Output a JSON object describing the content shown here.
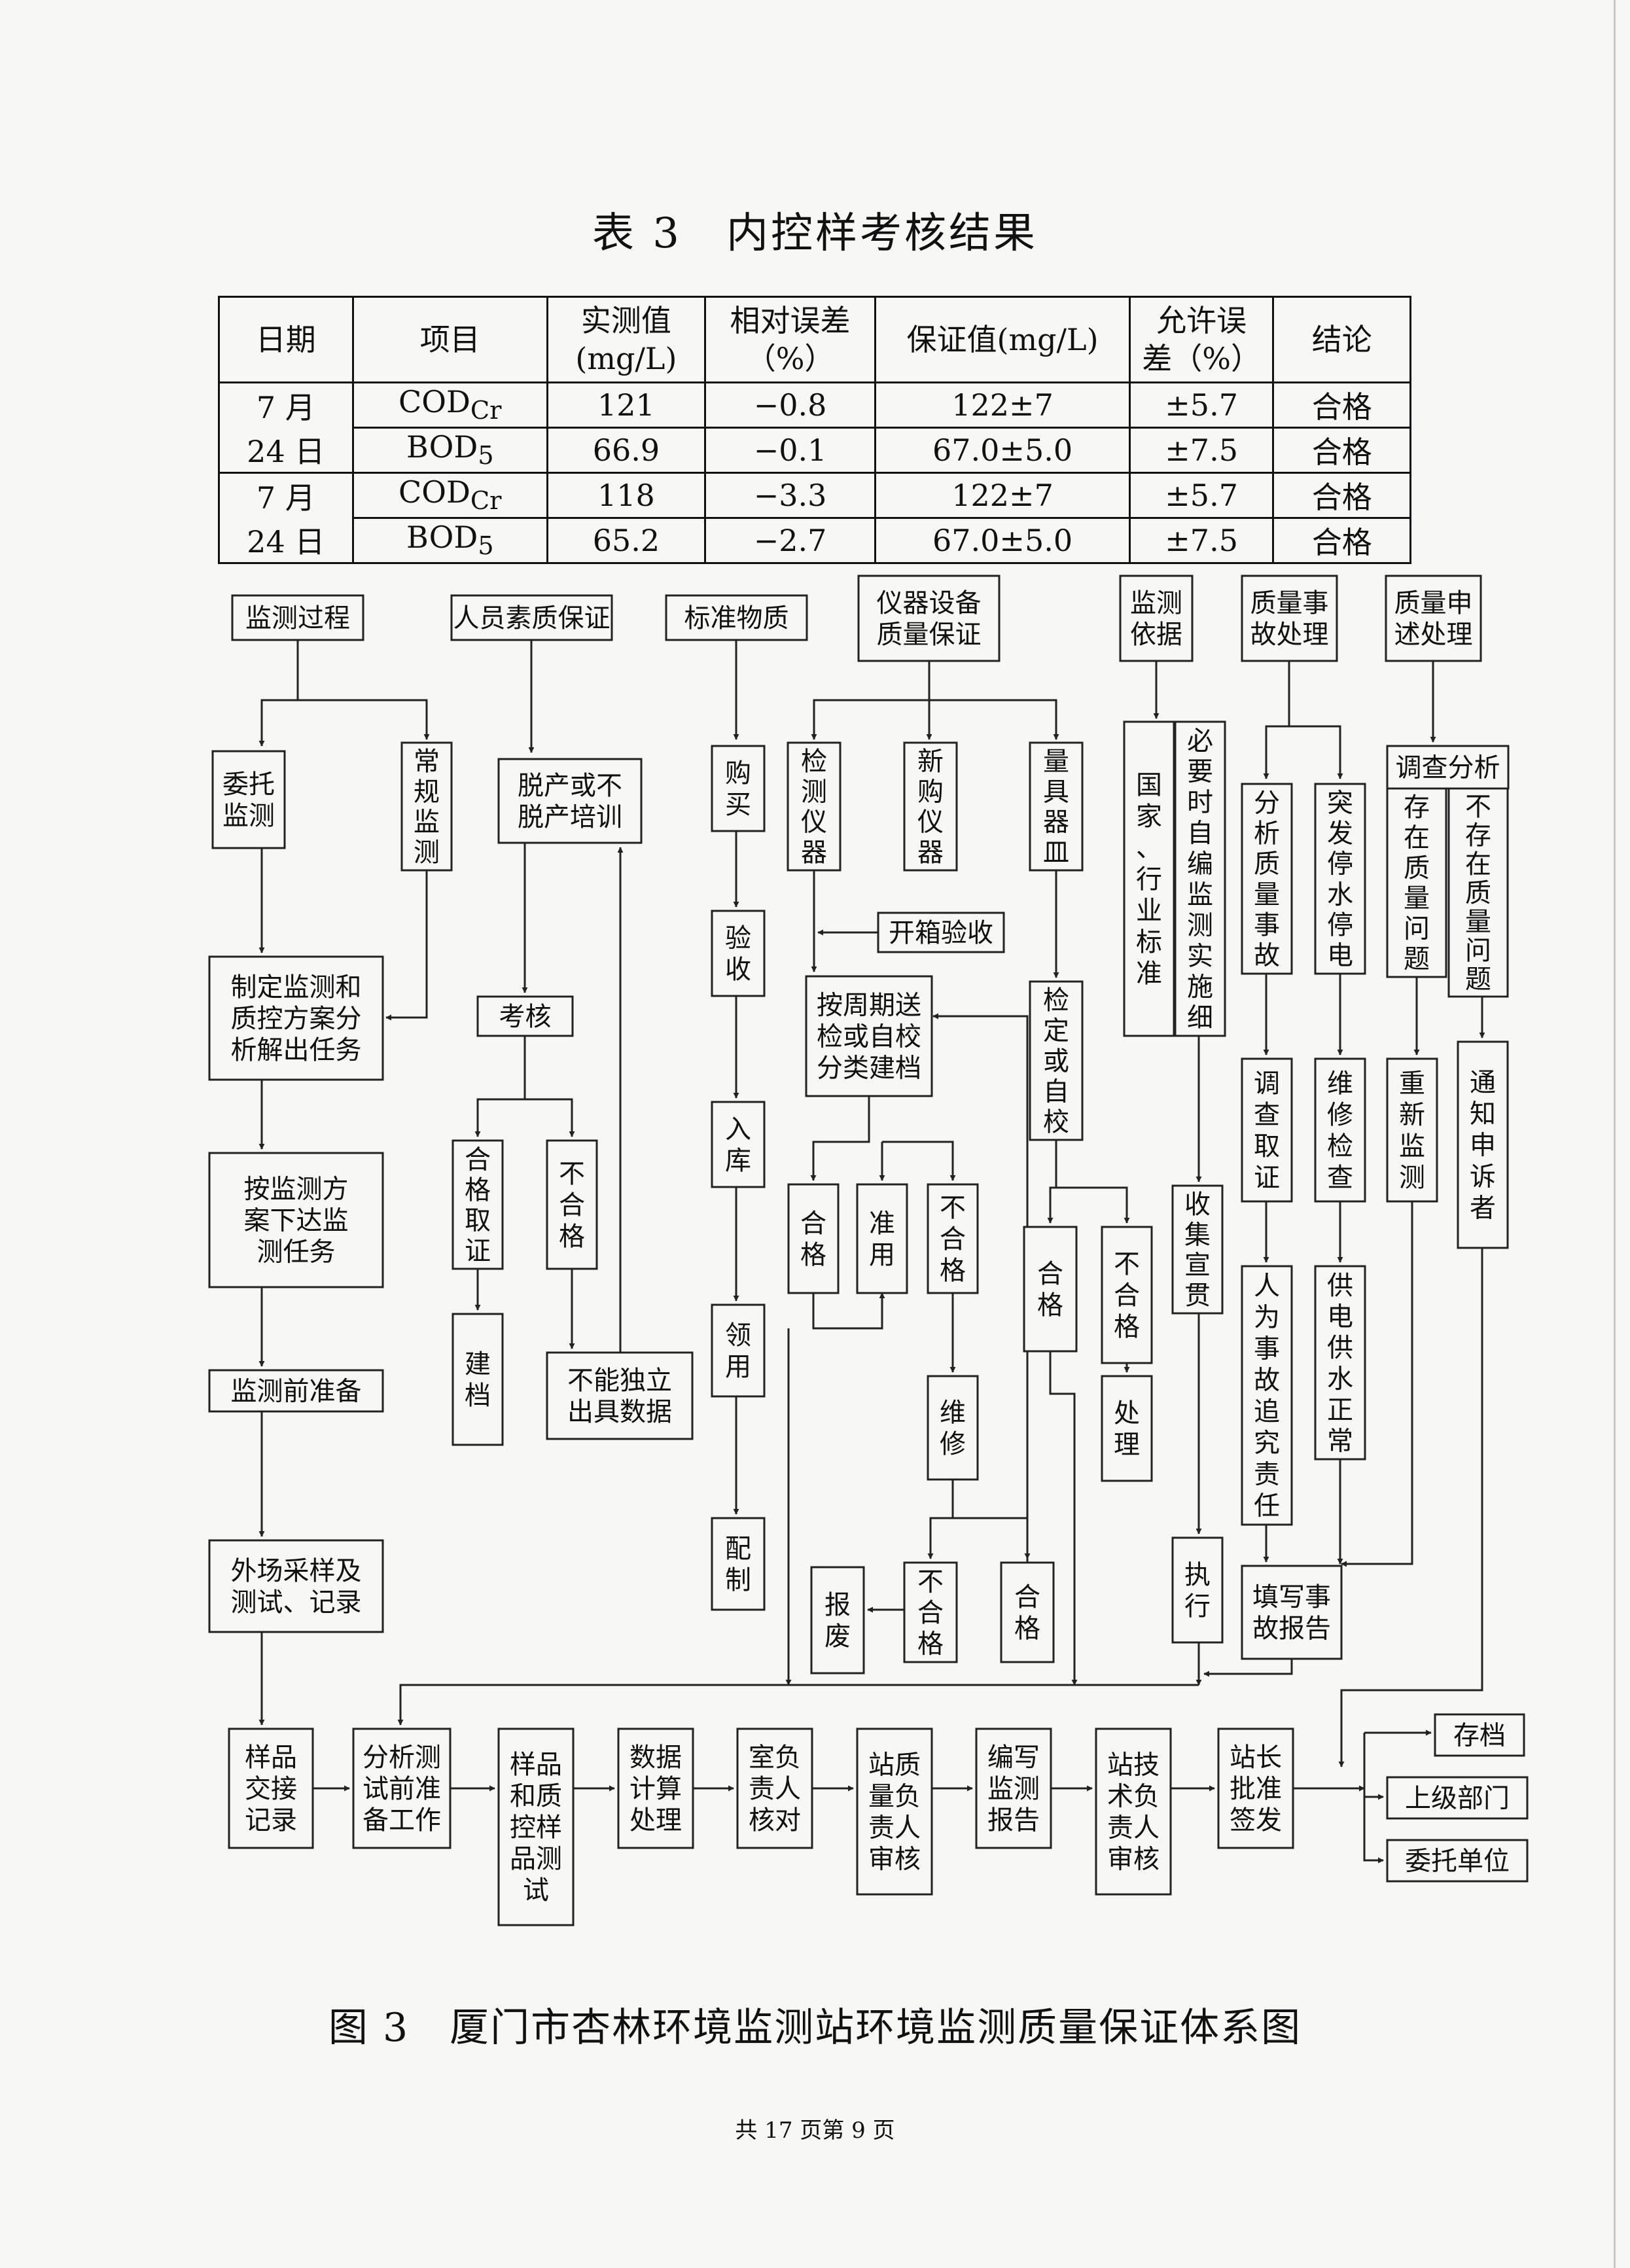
{
  "table": {
    "title": "表 3　内控样考核结果",
    "headers": [
      "日期",
      "项目",
      "实测值\n(mg/L)",
      "相对误差\n（%）",
      "保证值(mg/L)",
      "允许误\n差（%）",
      "结论"
    ],
    "groups": [
      {
        "date_line1": "7 月",
        "date_line2": "24 日",
        "rows": [
          {
            "item": "COD",
            "item_sub": "Cr",
            "measured": "121",
            "rel_error": "−0.8",
            "guaranteed": "122±7",
            "allowed": "±5.7",
            "conclusion": "合格"
          },
          {
            "item": "BOD",
            "item_sub": "5",
            "measured": "66.9",
            "rel_error": "−0.1",
            "guaranteed": "67.0±5.0",
            "allowed": "±7.5",
            "conclusion": "合格"
          }
        ]
      },
      {
        "date_line1": "7 月",
        "date_line2": "24 日",
        "rows": [
          {
            "item": "COD",
            "item_sub": "Cr",
            "measured": "118",
            "rel_error": "−3.3",
            "guaranteed": "122±7",
            "allowed": "±5.7",
            "conclusion": "合格"
          },
          {
            "item": "BOD",
            "item_sub": "5",
            "measured": "65.2",
            "rel_error": "−2.7",
            "guaranteed": "67.0±5.0",
            "allowed": "±7.5",
            "conclusion": "合格"
          }
        ]
      }
    ]
  },
  "diagram": {
    "boxes": [
      {
        "name": "box-monitoring-process",
        "label": "监测过程"
      },
      {
        "name": "box-personnel-quality",
        "label": "人员素质保证"
      },
      {
        "name": "box-standard-material",
        "label": "标准物质"
      },
      {
        "name": "box-instrument-qa",
        "label": "仪器设备\n质量保证"
      },
      {
        "name": "box-monitoring-basis",
        "label": "监测\n依据"
      },
      {
        "name": "box-quality-accident",
        "label": "质量事\n故处理"
      },
      {
        "name": "box-quality-complaint",
        "label": "质量申\n述处理"
      },
      {
        "name": "box-entrusted-monitoring",
        "label": "委托\n监测"
      },
      {
        "name": "box-routine-monitoring",
        "label": "常\n规\n监\n测"
      },
      {
        "name": "box-training",
        "label": "脱产或不\n脱产培训"
      },
      {
        "name": "box-purchase",
        "label": "购\n买"
      },
      {
        "name": "box-test-instrument",
        "label": "检\n测\n仪\n器"
      },
      {
        "name": "box-new-instrument",
        "label": "新\n购\n仪\n器"
      },
      {
        "name": "box-gauges",
        "label": "量\n具\n器\n皿"
      },
      {
        "name": "box-national-standard",
        "label": "国\n家\n、\n行\n业\n标\n准"
      },
      {
        "name": "box-self-compiled",
        "label": "必\n要\n时\n自\n编\n监\n测\n实\n施\n细"
      },
      {
        "name": "box-analyze-accident",
        "label": "分\n析\n质\n量\n事\n故"
      },
      {
        "name": "box-outage",
        "label": "突\n发\n停\n水\n停\n电"
      },
      {
        "name": "box-investigation",
        "label": "调查分析"
      },
      {
        "name": "box-has-problem",
        "label": "存\n在\n质\n量\n问\n题"
      },
      {
        "name": "box-no-problem",
        "label": "不\n存\n在\n质\n量\n问\n题"
      },
      {
        "name": "box-unpacking",
        "label": "开箱验收"
      },
      {
        "name": "box-make-plan",
        "label": "制定监测和\n质控方案分\n析解出任务"
      },
      {
        "name": "box-assessment",
        "label": "考核"
      },
      {
        "name": "box-acceptance",
        "label": "验\n收"
      },
      {
        "name": "box-periodic-calibration",
        "label": "按周期送\n检或自校\n分类建档"
      },
      {
        "name": "box-verify-calibrate",
        "label": "检\n定\n或\n自\n校"
      },
      {
        "name": "box-investigate-evidence",
        "label": "调\n查\n取\n证"
      },
      {
        "name": "box-repair-check",
        "label": "维\n修\n检\n查"
      },
      {
        "name": "box-re-monitor",
        "label": "重\n新\n监\n测"
      },
      {
        "name": "box-notify-complainant",
        "label": "通\n知\n申\n诉\n者"
      },
      {
        "name": "box-issue-task",
        "label": "按监测方\n案下达监\n测任务"
      },
      {
        "name": "box-pass-cert",
        "label": "合\n格\n取\n证"
      },
      {
        "name": "box-fail-assessment",
        "label": "不\n合\n格"
      },
      {
        "name": "box-storage",
        "label": "入\n库"
      },
      {
        "name": "box-pass-instrument",
        "label": "合\n格"
      },
      {
        "name": "box-limited-use",
        "label": "准\n用"
      },
      {
        "name": "box-fail-instrument",
        "label": "不\n合\n格"
      },
      {
        "name": "box-pass-gauge",
        "label": "合\n格"
      },
      {
        "name": "box-fail-gauge",
        "label": "不\n合\n格"
      },
      {
        "name": "box-collect-publicize",
        "label": "收\n集\n宣\n贯"
      },
      {
        "name": "box-accountability",
        "label": "人\n为\n事\n故\n追\n究\n责\n任"
      },
      {
        "name": "box-supply-normal",
        "label": "供\n电\n供\n水\n正\n常"
      },
      {
        "name": "box-archive-record",
        "label": "建\n档"
      },
      {
        "name": "box-cannot-issue",
        "label": "不能独立\n出具数据"
      },
      {
        "name": "box-receive",
        "label": "领\n用"
      },
      {
        "name": "box-repair",
        "label": "维\n修"
      },
      {
        "name": "box-dispose-gauge",
        "label": "处\n理"
      },
      {
        "name": "box-pre-monitor-prep",
        "label": "监测前准备"
      },
      {
        "name": "box-field-sampling",
        "label": "外场采样及\n测试、记录"
      },
      {
        "name": "box-distribute",
        "label": "配\n制"
      },
      {
        "name": "box-scrap",
        "label": "报\n废"
      },
      {
        "name": "box-fail-after-repair",
        "label": "不\n合\n格"
      },
      {
        "name": "box-pass-after-repair",
        "label": "合\n格"
      },
      {
        "name": "box-execute",
        "label": "执\n行"
      },
      {
        "name": "box-accident-report",
        "label": "填写事\n故报告"
      },
      {
        "name": "box-sample-handover",
        "label": "样品\n交接\n记录"
      },
      {
        "name": "box-pre-analysis-prep",
        "label": "分析测\n试前准\n备工作"
      },
      {
        "name": "box-sample-qc-test",
        "label": "样品\n和质\n控样\n品测\n试"
      },
      {
        "name": "box-data-calc",
        "label": "数据\n计算\n处理"
      },
      {
        "name": "box-lab-head-check",
        "label": "室负\n责人\n核对"
      },
      {
        "name": "box-quality-head-review",
        "label": "站质\n量负\n责人\n审核"
      },
      {
        "name": "box-write-report",
        "label": "编写\n监测\n报告"
      },
      {
        "name": "box-tech-head-review",
        "label": "站技\n术负\n责人\n审核"
      },
      {
        "name": "box-director-approve",
        "label": "站长\n批准\n签发"
      },
      {
        "name": "box-archive",
        "label": "存档"
      },
      {
        "name": "box-superior-dept",
        "label": "上级部门"
      },
      {
        "name": "box-client",
        "label": "委托单位"
      }
    ],
    "caption": "图 3　厦门市杏林环境监测站环境监测质量保证体系图"
  },
  "page_number": "共 17 页第 9 页"
}
